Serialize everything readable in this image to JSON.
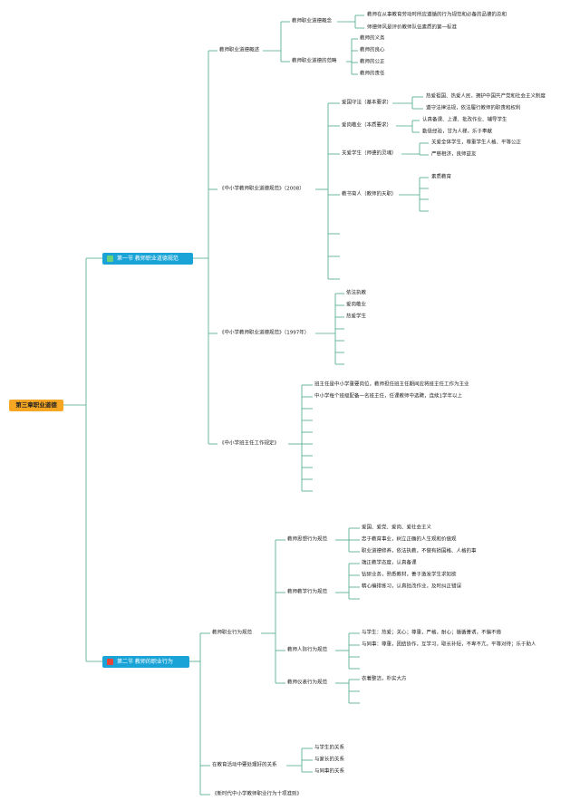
{
  "root": "第三章职业道德",
  "sec1": {
    "label": "第一节 教师职业道德规范",
    "icon": "badge-icon",
    "color": "#1aa3d6"
  },
  "sec2": {
    "label": "第二节 教师的职业行为",
    "icon": "book-icon",
    "color": "#1aa3d6"
  },
  "s1": {
    "gaishu": "教师职业道德概述",
    "gainian": "教师职业道德概念",
    "g1": "教师在从事教育劳动时所应遵循的行为规范和必备的品德的总和",
    "g2": "师德师风是评价教师队伍素质的第一标准",
    "fanchou": "教师职业道德的范畴",
    "f1": "教师的义务",
    "f2": "教师的良心",
    "f3": "教师的公正",
    "f4": "教师的责任",
    "gf2008": "《中小学教师职业道德规范》（2008）",
    "aiguo": "爱国守法（基本要求）",
    "a1": "热爱祖国、热爱人民，拥护中国共产党和社会主义制度",
    "a2": "遵守法律法规，依法履行教师的职责和权利",
    "aigang": "爱岗敬业（本质要求）",
    "b1": "认真备课、上课、批改作业、辅导学生",
    "b2": "勤恳经验，甘为人梯，乐于奉献",
    "guanai": "关爱学生（师德的灵魂）",
    "c1": "关爱全体学生，尊重学生人格、平等公正",
    "c2": "严慈相济，良师益友",
    "jiaoshu": "教书育人（教师的天职）",
    "d1": "素质教育",
    "gf1997": "《中小学教师职业道德规范》（1997年）",
    "e1": "依法执教",
    "e2": "爱岗敬业",
    "e3": "热爱学生",
    "banzhuren": "《中小学班主任工作规定》",
    "h1": "班主任是中小学重要岗位，教师担任班主任期间应将班主任工作为主业",
    "h2": "中小学每个班级配备一名班主任，任课教师中选聘，连续1学年以上"
  },
  "s2": {
    "xingwei": "教师职业行为规范",
    "sixiang": "教师思想行为规范",
    "i1": "爱国、爱党、爱岗、爱社会主义",
    "i2": "忠于教育事业，树立正确的人生观和价值观",
    "i3": "职业道德修养，依法执教，不做有损国格、人格的事",
    "jiaoxue": "教师教学行为规范",
    "j1": "端正教学态度，认真备课",
    "j2": "钻研业务，熟悉教材，善于激发学生求知欲",
    "j3": "精心编排练习，认真批改作业，及时纠正错误",
    "renji": "教师人际行为规范",
    "k1": "与学生：热爱；关心；尊重，严格，耐心；循循善诱，不偏不倚",
    "k2": "与同事：尊重，团结协作，互学习，取长补短，不卑不亢，平等对待；乐于助人",
    "yibiao": "教师仪表行为规范",
    "l1": "衣着整洁，朴实大方",
    "guanxi": "在教育活动中要处理好的关系",
    "m1": "与学生的关系",
    "m2": "与家长的关系",
    "m3": "与同事的关系",
    "zhunze": "《新时代中小学教师职业行为十项准则》"
  }
}
